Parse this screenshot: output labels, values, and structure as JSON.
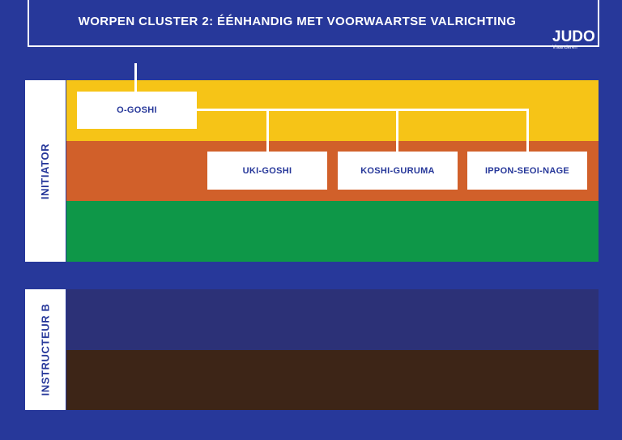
{
  "header": {
    "title": "WORPEN CLUSTER 2: ÉÉNHANDIG MET VOORWAARTSE VALRICHTING",
    "logo_text": "JUDO",
    "logo_sub": "Vlaanderen"
  },
  "sections": [
    {
      "label": "INITIATOR",
      "bands": [
        "#f6c417",
        "#d1602a",
        "#0e9748"
      ]
    },
    {
      "label": "INSTRUCTEUR B",
      "bands": [
        "#2c3177",
        "#3d2517"
      ]
    }
  ],
  "techniques": {
    "root": "O-GOSHI",
    "children": [
      "UKI-GOSHI",
      "KOSHI-GURUMA",
      "IPPON-SEOI-NAGE"
    ]
  }
}
